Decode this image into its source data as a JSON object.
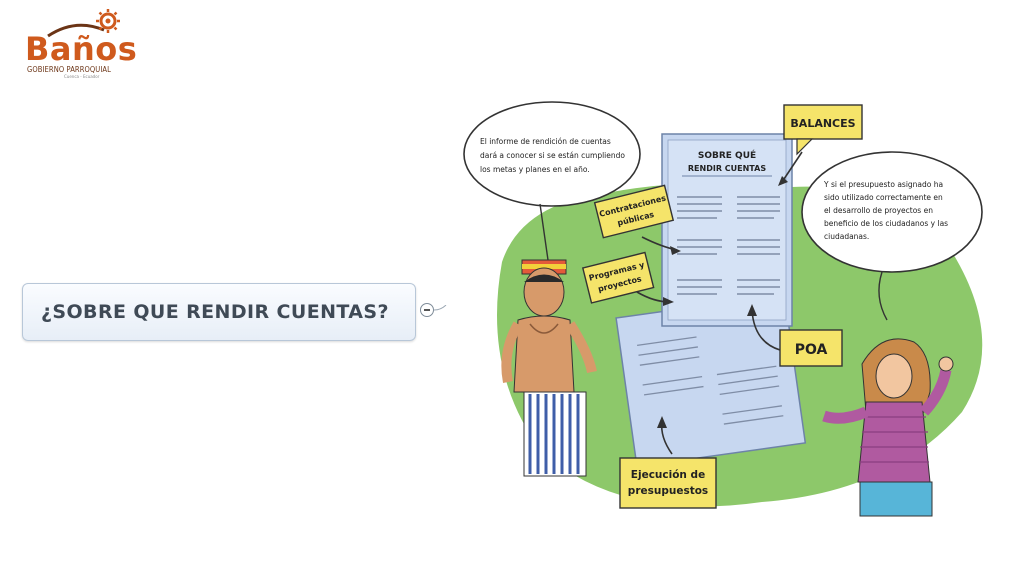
{
  "logo": {
    "name": "Baños",
    "subtitle": "GOBIERNO PARROQUIAL",
    "place": "Cuenca - Ecuador",
    "color_primary": "#cf5a1d",
    "color_dark": "#6b3416"
  },
  "topic": {
    "title": "¿SOBRE QUE RENDIR CUENTAS?",
    "collapse_icon": "minus-circle-icon"
  },
  "illustration": {
    "document_title_line1": "SOBRE QUÉ",
    "document_title_line2": "RENDIR CUENTAS",
    "speech_left": [
      "El informe de rendición de cuentas",
      "dará a conocer si se están cumpliendo",
      "los metas y planes en el año."
    ],
    "speech_right": [
      "Y si el presupuesto asignado ha",
      "sido utilizado correctamente en",
      "el desarrollo de proyectos en",
      "beneficio de los ciudadanos y las",
      "ciudadanas."
    ],
    "label_balances": "BALANCES",
    "label_contrataciones": [
      "Contrataciones",
      "públicas"
    ],
    "label_programas": [
      "Programas y",
      "proyectos"
    ],
    "label_poa": "POA",
    "label_ejecucion": [
      "Ejecución de",
      "presupuestos"
    ],
    "colors": {
      "background_blob": "#8dc86a",
      "label_fill": "#f5e46a",
      "document_fill": "#c7d7f0",
      "speech_fill": "#ffffff"
    }
  }
}
